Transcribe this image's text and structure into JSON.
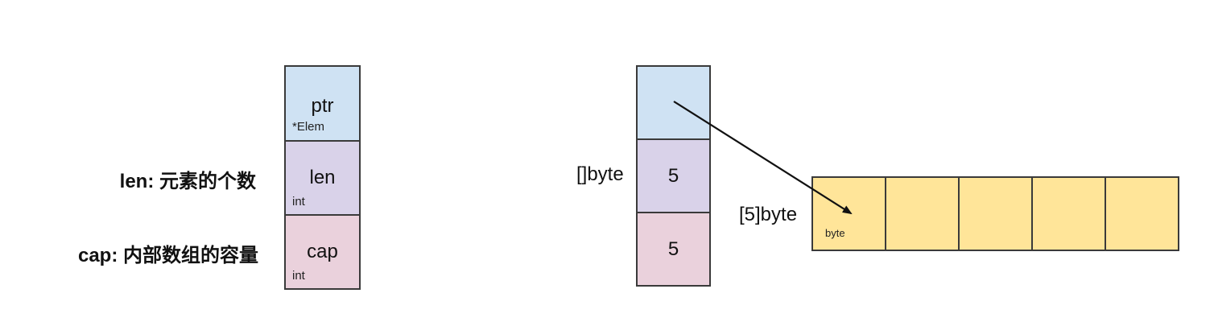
{
  "left_struct": {
    "fields": [
      {
        "name": "ptr",
        "type": "*Elem"
      },
      {
        "name": "len",
        "type": "int"
      },
      {
        "name": "cap",
        "type": "int"
      }
    ],
    "descriptions": {
      "len": "len: 元素的个数",
      "cap": "cap: 内部数组的容量"
    }
  },
  "slice_example": {
    "label": "[]byte",
    "len_value": "5",
    "cap_value": "5"
  },
  "array_example": {
    "label": "[5]byte",
    "first_cell_type": "byte",
    "cell_count": 5
  },
  "colors": {
    "ptr": "#cfe2f3",
    "len": "#d9d2e9",
    "cap": "#ead1dc",
    "array": "#ffe599",
    "border": "#3a3a3a"
  }
}
